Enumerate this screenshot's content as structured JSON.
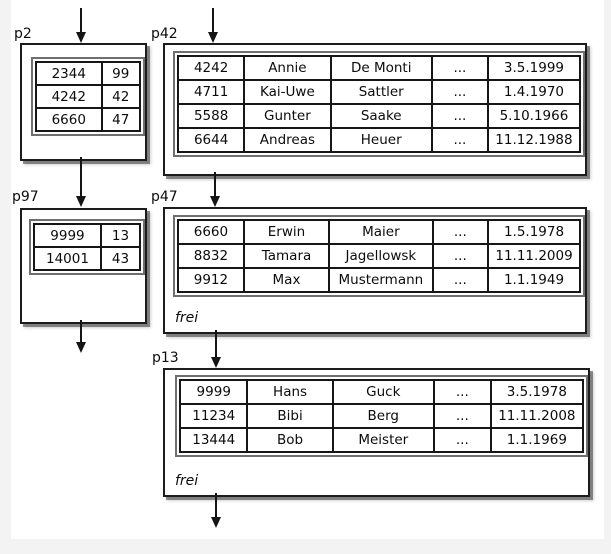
{
  "diagram": {
    "kind": "database-page-chain-diagram",
    "free_space_label": "frei"
  },
  "pages": {
    "p2": {
      "label": "p2",
      "rows": [
        [
          "2344",
          "99"
        ],
        [
          "4242",
          "42"
        ],
        [
          "6660",
          "47"
        ]
      ]
    },
    "p42": {
      "label": "p42",
      "rows": [
        [
          "4242",
          "Annie",
          "De Monti",
          "...",
          "3.5.1999"
        ],
        [
          "4711",
          "Kai-Uwe",
          "Sattler",
          "...",
          "1.4.1970"
        ],
        [
          "5588",
          "Gunter",
          "Saake",
          "...",
          "5.10.1966"
        ],
        [
          "6644",
          "Andreas",
          "Heuer",
          "...",
          "11.12.1988"
        ]
      ]
    },
    "p97": {
      "label": "p97",
      "rows": [
        [
          "9999",
          "13"
        ],
        [
          "14001",
          "43"
        ]
      ]
    },
    "p47": {
      "label": "p47",
      "free": "frei",
      "rows": [
        [
          "6660",
          "Erwin",
          "Maier",
          "...",
          "1.5.1978"
        ],
        [
          "8832",
          "Tamara",
          "Jagellowsk",
          "...",
          "11.11.2009"
        ],
        [
          "9912",
          "Max",
          "Mustermann",
          "...",
          "1.1.1949"
        ]
      ]
    },
    "p13": {
      "label": "p13",
      "free": "frei",
      "rows": [
        [
          "9999",
          "Hans",
          "Guck",
          "...",
          "3.5.1978"
        ],
        [
          "11234",
          "Bibi",
          "Berg",
          "...",
          "11.11.2008"
        ],
        [
          "13444",
          "Bob",
          "Meister",
          "...",
          "1.1.1969"
        ]
      ]
    }
  },
  "links": [
    {
      "from": "above",
      "to": "p2"
    },
    {
      "from": "above",
      "to": "p42"
    },
    {
      "from": "p2",
      "to": "p97"
    },
    {
      "from": "p42",
      "to": "p47"
    },
    {
      "from": "p97",
      "to": "below"
    },
    {
      "from": "p47",
      "to": "p13"
    },
    {
      "from": "p13",
      "to": "below"
    }
  ],
  "colors": {
    "line": "#151515",
    "box_border": "#1c1c1c",
    "table_frame": "#6f6f6f",
    "background": "#ffffff",
    "page_margin": "#f3f3f3"
  }
}
